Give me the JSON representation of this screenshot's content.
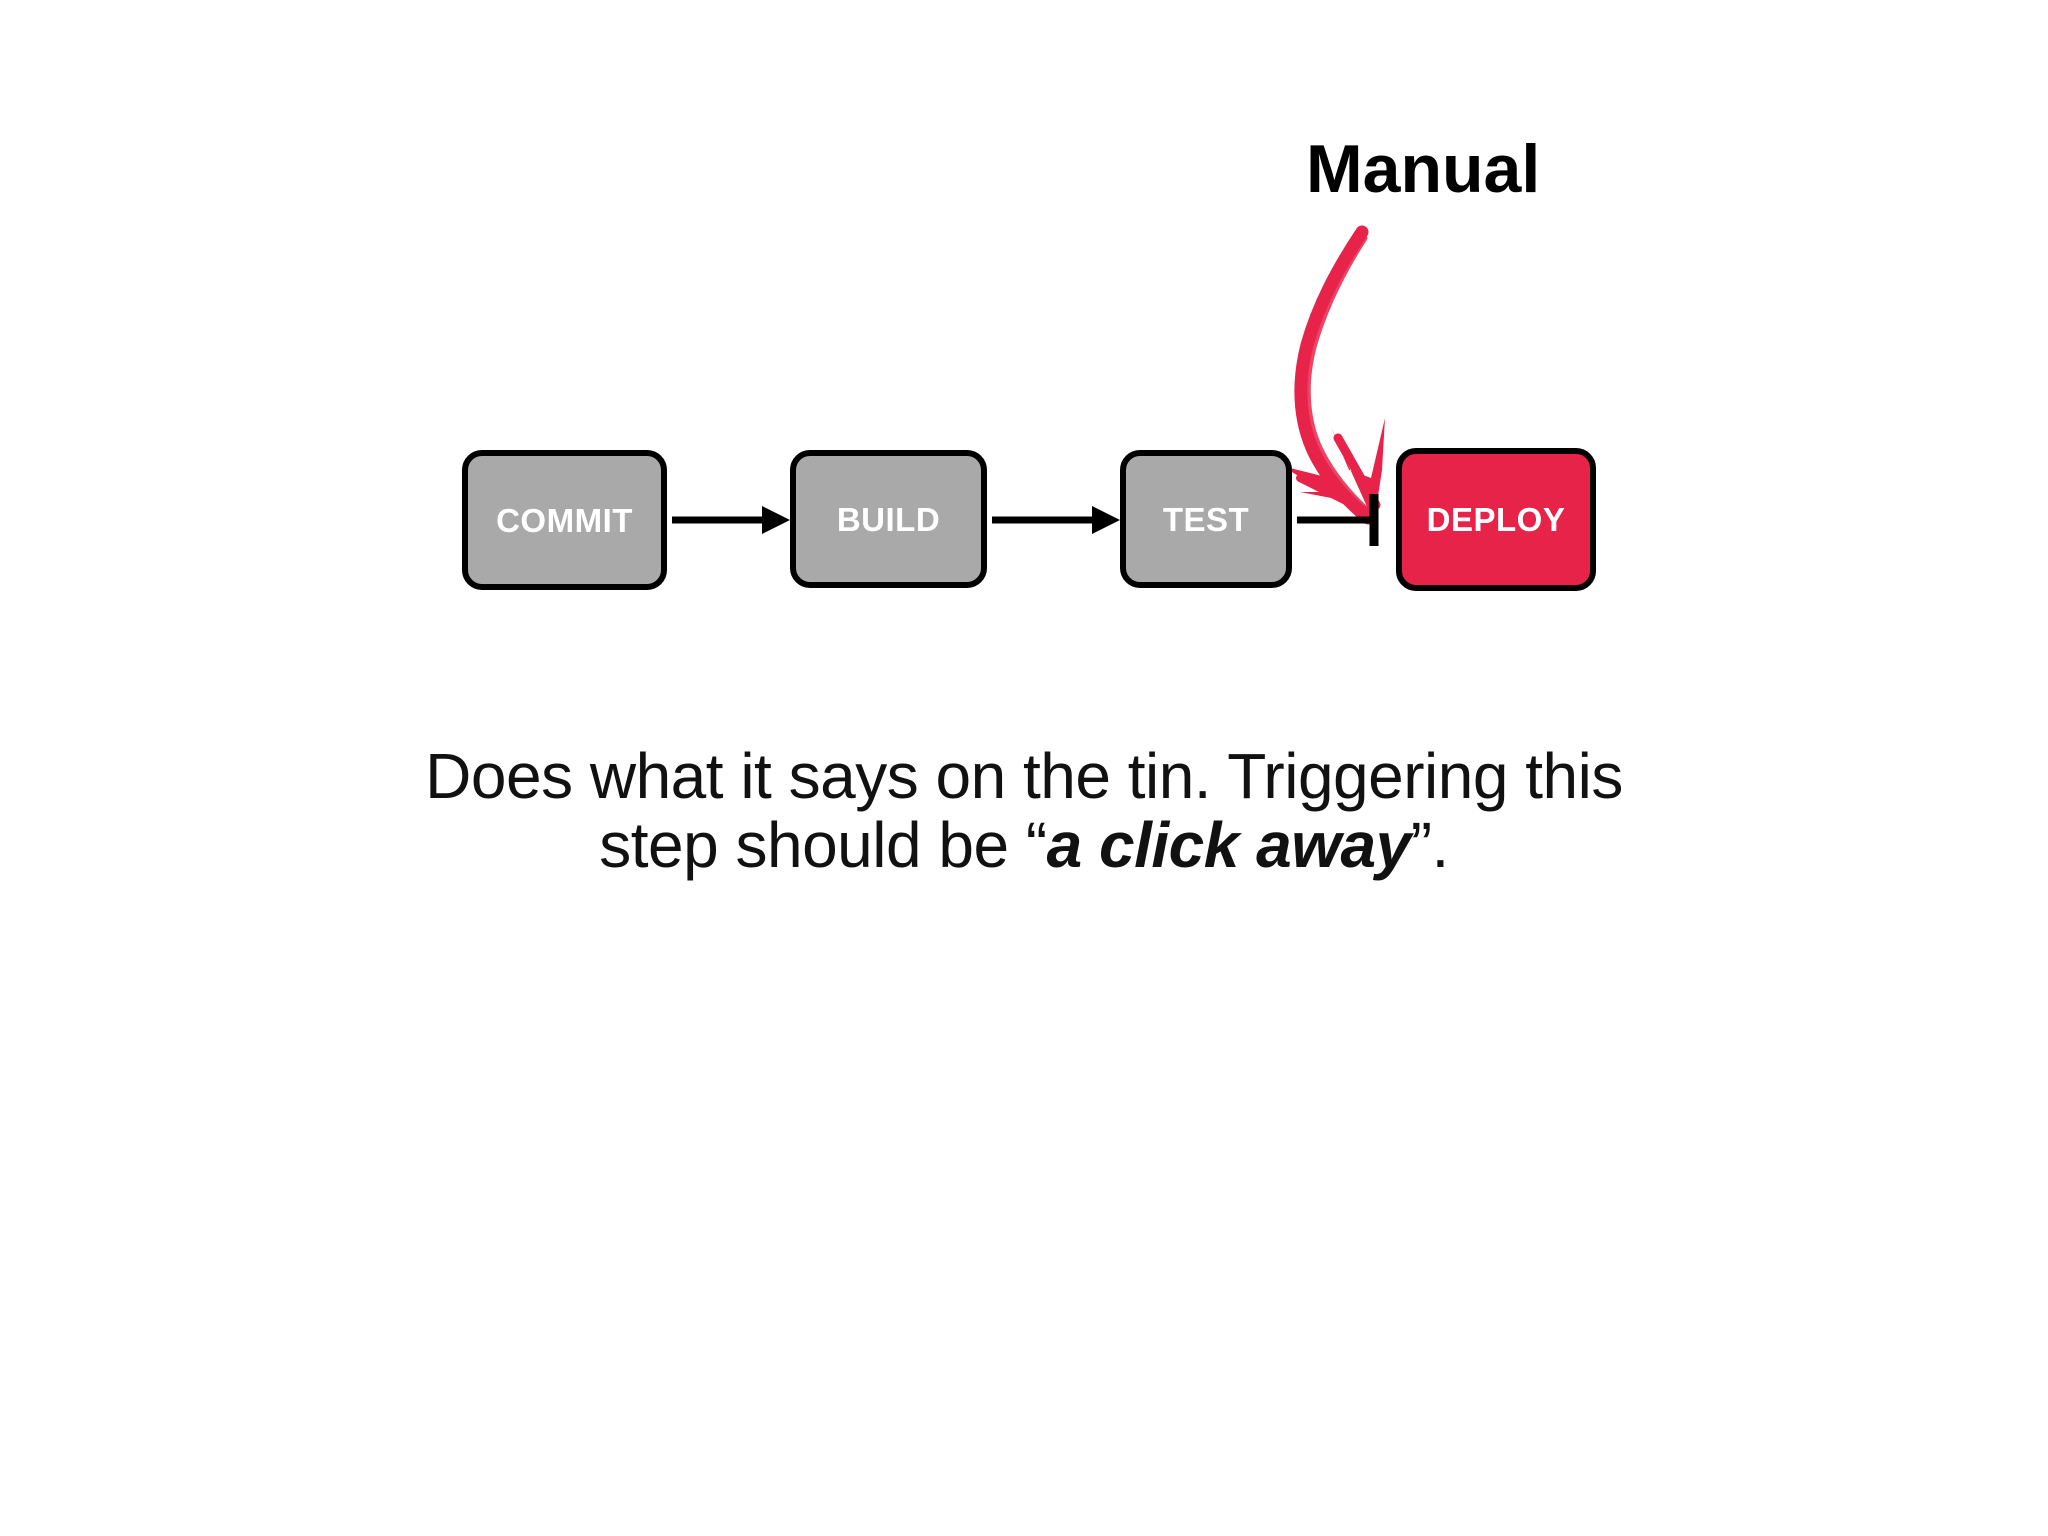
{
  "slide": {
    "background_color": "#ffffff",
    "annotation": {
      "label": "Manual",
      "label_color": "#000000",
      "arrow_color": "#e8234a",
      "arrow_style": "hand-drawn-curved-down-right"
    },
    "pipeline": {
      "name": "ci-cd-pipeline",
      "stages": [
        {
          "id": "commit",
          "label": "COMMIT",
          "fill": "#a8a9a8",
          "text_color": "#ffffff",
          "state": "automatic"
        },
        {
          "id": "build",
          "label": "BUILD",
          "fill": "#a8a9a8",
          "text_color": "#ffffff",
          "state": "automatic"
        },
        {
          "id": "test",
          "label": "TEST",
          "fill": "#a8a9a8",
          "text_color": "#ffffff",
          "state": "automatic"
        },
        {
          "id": "deploy",
          "label": "DEPLOY",
          "fill": "#e8234a",
          "text_color": "#ffffff",
          "state": "manual"
        }
      ],
      "connectors": [
        {
          "from": "commit",
          "to": "build",
          "terminator": "arrowhead",
          "color": "#000000"
        },
        {
          "from": "build",
          "to": "test",
          "terminator": "arrowhead",
          "color": "#000000"
        },
        {
          "from": "test",
          "to": "deploy",
          "terminator": "bar",
          "color": "#000000"
        }
      ]
    },
    "caption": {
      "line1": "Does what it says on the tin. Triggering this",
      "line2_prefix": "step should be “",
      "line2_emphasis": "a click away",
      "line2_suffix": "”."
    }
  }
}
